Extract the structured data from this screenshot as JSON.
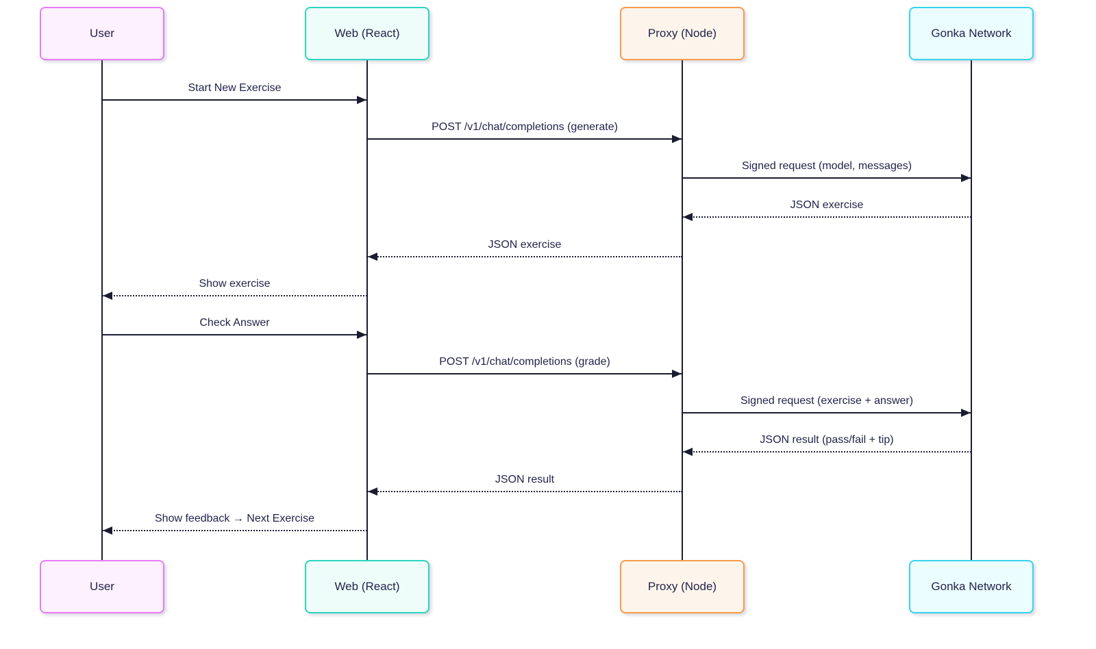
{
  "diagram": {
    "type": "sequence",
    "actors": [
      {
        "id": "user",
        "label": "User"
      },
      {
        "id": "web",
        "label": "Web (React)"
      },
      {
        "id": "proxy",
        "label": "Proxy (Node)"
      },
      {
        "id": "gonka",
        "label": "Gonka Network"
      }
    ],
    "messages": [
      {
        "from": "user",
        "to": "web",
        "style": "solid",
        "label": "Start New Exercise"
      },
      {
        "from": "web",
        "to": "proxy",
        "style": "solid",
        "label": "POST /v1/chat/completions (generate)"
      },
      {
        "from": "proxy",
        "to": "gonka",
        "style": "solid",
        "label": "Signed request (model, messages)"
      },
      {
        "from": "gonka",
        "to": "proxy",
        "style": "dotted",
        "label": "JSON exercise"
      },
      {
        "from": "proxy",
        "to": "web",
        "style": "dotted",
        "label": "JSON exercise"
      },
      {
        "from": "web",
        "to": "user",
        "style": "dotted",
        "label": "Show exercise"
      },
      {
        "from": "user",
        "to": "web",
        "style": "solid",
        "label": "Check Answer"
      },
      {
        "from": "web",
        "to": "proxy",
        "style": "solid",
        "label": "POST /v1/chat/completions (grade)"
      },
      {
        "from": "proxy",
        "to": "gonka",
        "style": "solid",
        "label": "Signed request (exercise + answer)"
      },
      {
        "from": "gonka",
        "to": "proxy",
        "style": "dotted",
        "label": "JSON result (pass/fail + tip)"
      },
      {
        "from": "proxy",
        "to": "web",
        "style": "dotted",
        "label": "JSON result"
      },
      {
        "from": "web",
        "to": "user",
        "style": "dotted",
        "label": "Show feedback → Next Exercise"
      }
    ]
  },
  "colors": {
    "user-border": "#E87BF8",
    "user-fill": "#FDF1FE",
    "web-border": "#2DD4BF",
    "web-fill": "#EEFDF9",
    "proxy-border": "#F79A4A",
    "proxy-fill": "#FDF5EC",
    "gonka-border": "#35D3EE",
    "gonka-fill": "#EBFDFF",
    "line": "#1b1c30",
    "text": "#23234a"
  }
}
